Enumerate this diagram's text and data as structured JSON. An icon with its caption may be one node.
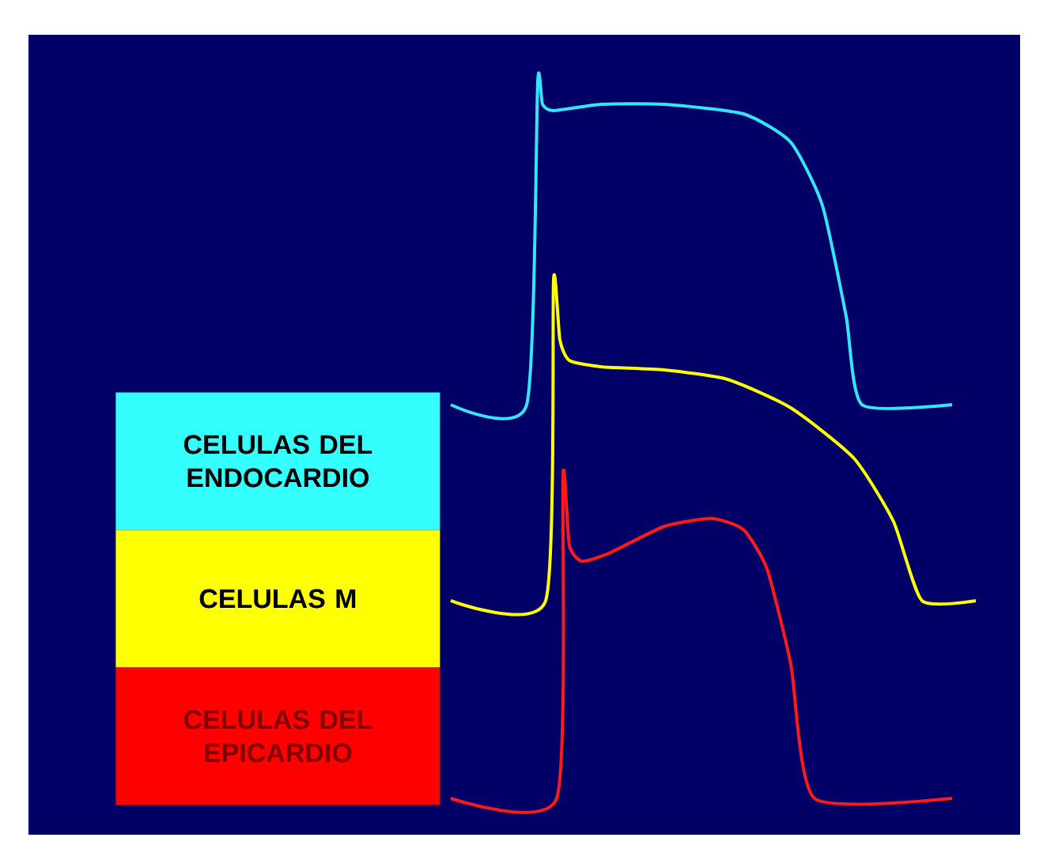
{
  "diagram": {
    "nodes": [
      {
        "text": [
          "CELULAS DEL ENDOCARDIO"
        ]
      },
      {
        "text": [
          "CELULAS M"
        ]
      },
      {
        "text": [
          "CELULAS DEL EPICARDIO"
        ]
      }
    ]
  }
}
